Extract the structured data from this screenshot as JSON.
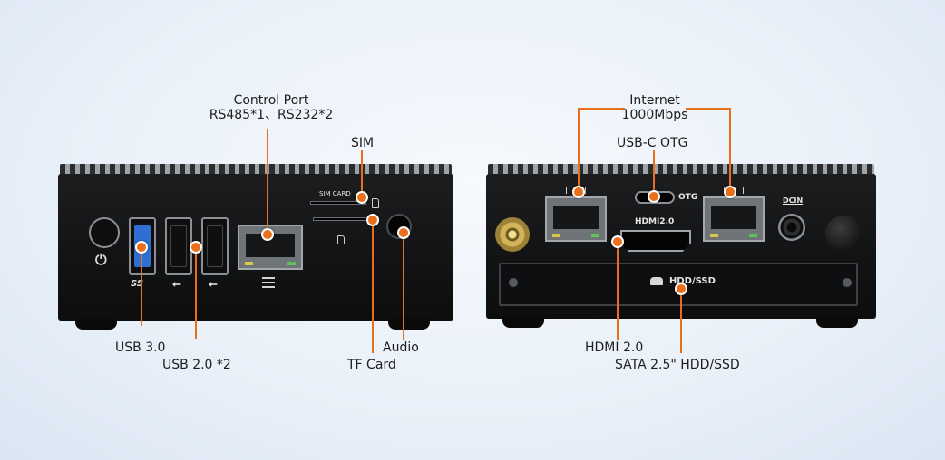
{
  "left_panel": {
    "labels": {
      "control_port_title": "Control Port",
      "control_port_detail": "RS485*1、RS232*2",
      "sim": "SIM",
      "usb3": "USB 3.0",
      "usb2": "USB 2.0 *2",
      "tf_card": "TF Card",
      "audio": "Audio"
    },
    "device_text": {
      "sim_card": "SIM CARD",
      "usb3_logo": "SS",
      "usb_symbol": "⭠",
      "power_symbol": "⏻"
    }
  },
  "right_panel": {
    "labels": {
      "internet_title": "Internet",
      "internet_speed": "1000Mbps",
      "usb_c_otg": "USB-C OTG",
      "hdmi": "HDMI 2.0",
      "sata": "SATA 2.5\" HDD/SSD"
    },
    "device_text": {
      "otg": "OTG",
      "hdmi_text": "HDMI2.0",
      "hdd_ssd": "HDD/SSD",
      "dcin": "DCIN"
    }
  },
  "colors": {
    "accent": "#e8701c",
    "device_body": "#141516",
    "usb3_blue": "#2f6fd1",
    "background": "#eaf1f9"
  },
  "icons": [
    "power-icon",
    "usb-icon",
    "ss-usb-icon",
    "network-icon",
    "sd-card-icon",
    "antenna-connector-icon",
    "hdd-icon"
  ]
}
